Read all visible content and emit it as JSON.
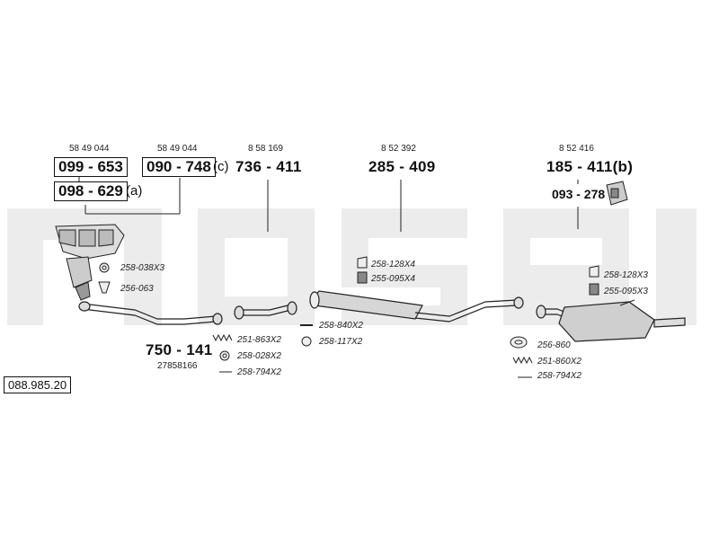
{
  "reference": "088.985.20",
  "parts": {
    "p1_oe": "58 49 044",
    "p1_num": "099 - 653",
    "p2_num": "098 - 629",
    "p2_suffix": "(a)",
    "p3_oe": "58 49 044",
    "p3_num": "090 - 748",
    "p3_suffix": "(c)",
    "p4_oe": "8 58 169",
    "p4_num": "736 - 411",
    "p5_oe": "8 52 392",
    "p5_num": "285 - 409",
    "p6_oe": "8 52 416",
    "p6_num": "185 - 411(b)",
    "p7_num": "093 - 278",
    "p8_num": "750 - 141",
    "p8_oe": "27858166"
  },
  "accessories": {
    "a1": "258-038X3",
    "a2": "256-063",
    "a3": "251-863X2",
    "a4": "258-028X2",
    "a5": "258-794X2",
    "a6": "258-840X2",
    "a7": "258-117X2",
    "a8": "258-128X4",
    "a9": "255-095X4",
    "a10": "258-128X3",
    "a11": "255-095X3",
    "a12": "256-860",
    "a13": "251-860X2",
    "a14": "258-794X2"
  }
}
